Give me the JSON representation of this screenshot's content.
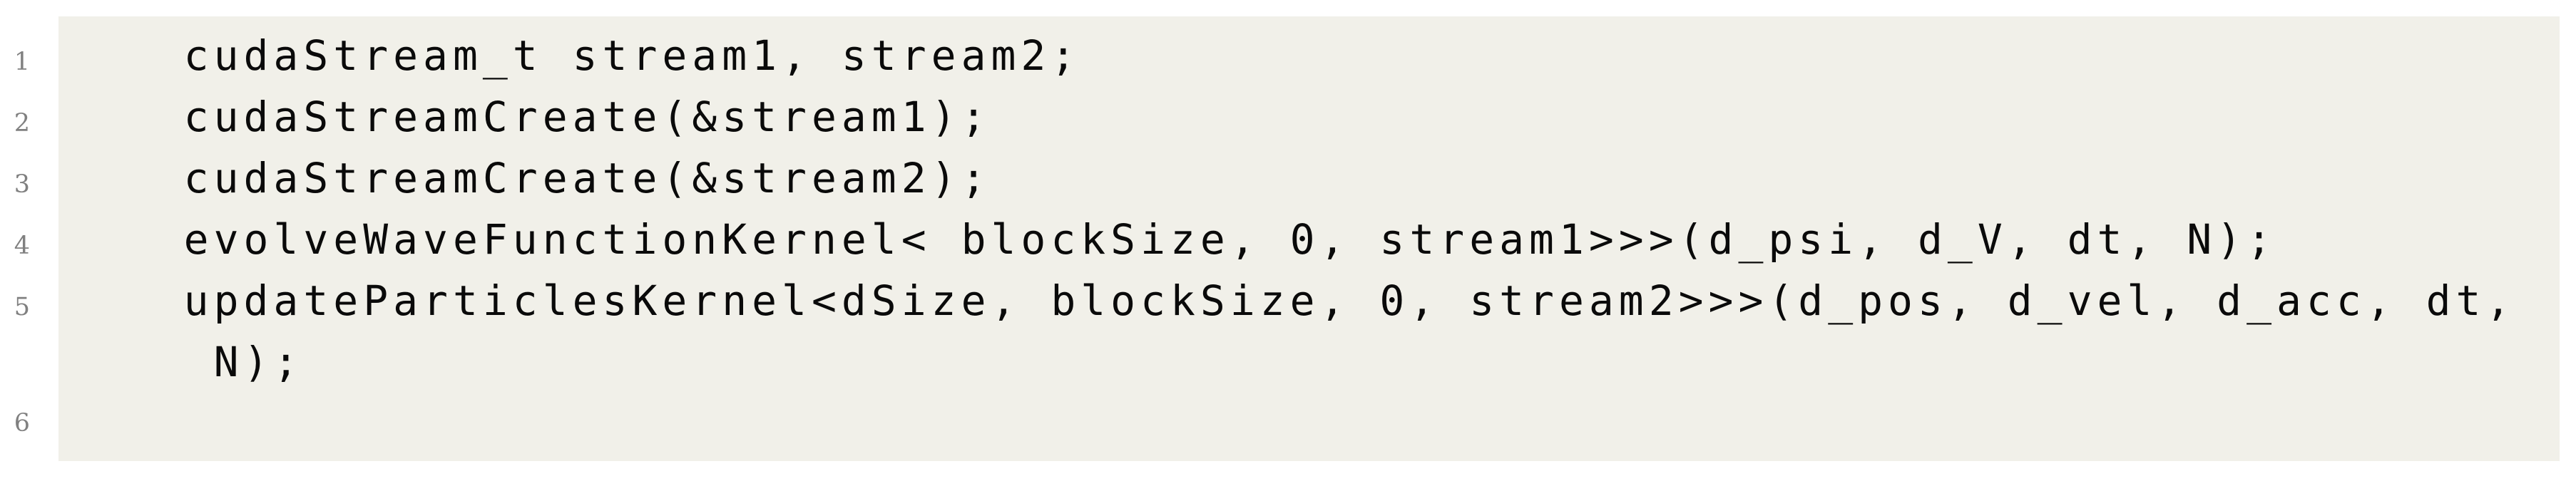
{
  "listing": {
    "colors": {
      "page_background": "#ffffff",
      "code_background": "#f1f0e9",
      "line_number_color": "#808080",
      "code_text_color": "#0a0a0a"
    },
    "rows": [
      {
        "num": "1",
        "text": "    cudaStream_t stream1, stream2;"
      },
      {
        "num": "2",
        "text": "    cudaStreamCreate(&stream1);"
      },
      {
        "num": "3",
        "text": "    cudaStreamCreate(&stream2);"
      },
      {
        "num": "4",
        "text": "    evolveWaveFunctionKernel< blockSize, 0, stream1>>>(d_psi, d_V, dt, N);"
      },
      {
        "num": "5",
        "text": "    updateParticlesKernel<dSize, blockSize, 0, stream2>>>(d_pos, d_vel, d_acc, dt,"
      },
      {
        "num": "",
        "text": "     N);"
      },
      {
        "num": "6",
        "text": ""
      }
    ]
  }
}
